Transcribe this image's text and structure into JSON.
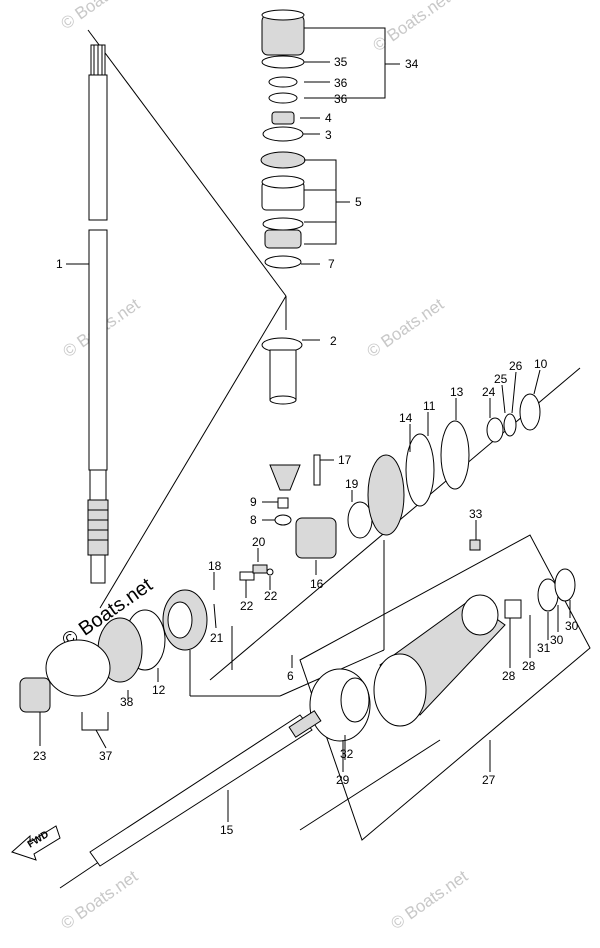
{
  "watermark": {
    "text": "© Boats.net",
    "prominent_text": "© Boats.net"
  },
  "direction_label": "FWD",
  "callouts": [
    "1",
    "2",
    "3",
    "4",
    "5",
    "6",
    "7",
    "8",
    "9",
    "10",
    "11",
    "12",
    "13",
    "14",
    "15",
    "16",
    "17",
    "18",
    "19",
    "20",
    "21",
    "22",
    "22",
    "23",
    "24",
    "25",
    "26",
    "27",
    "28",
    "28",
    "29",
    "30",
    "30",
    "31",
    "32",
    "33",
    "34",
    "35",
    "36",
    "36",
    "37",
    "38"
  ]
}
